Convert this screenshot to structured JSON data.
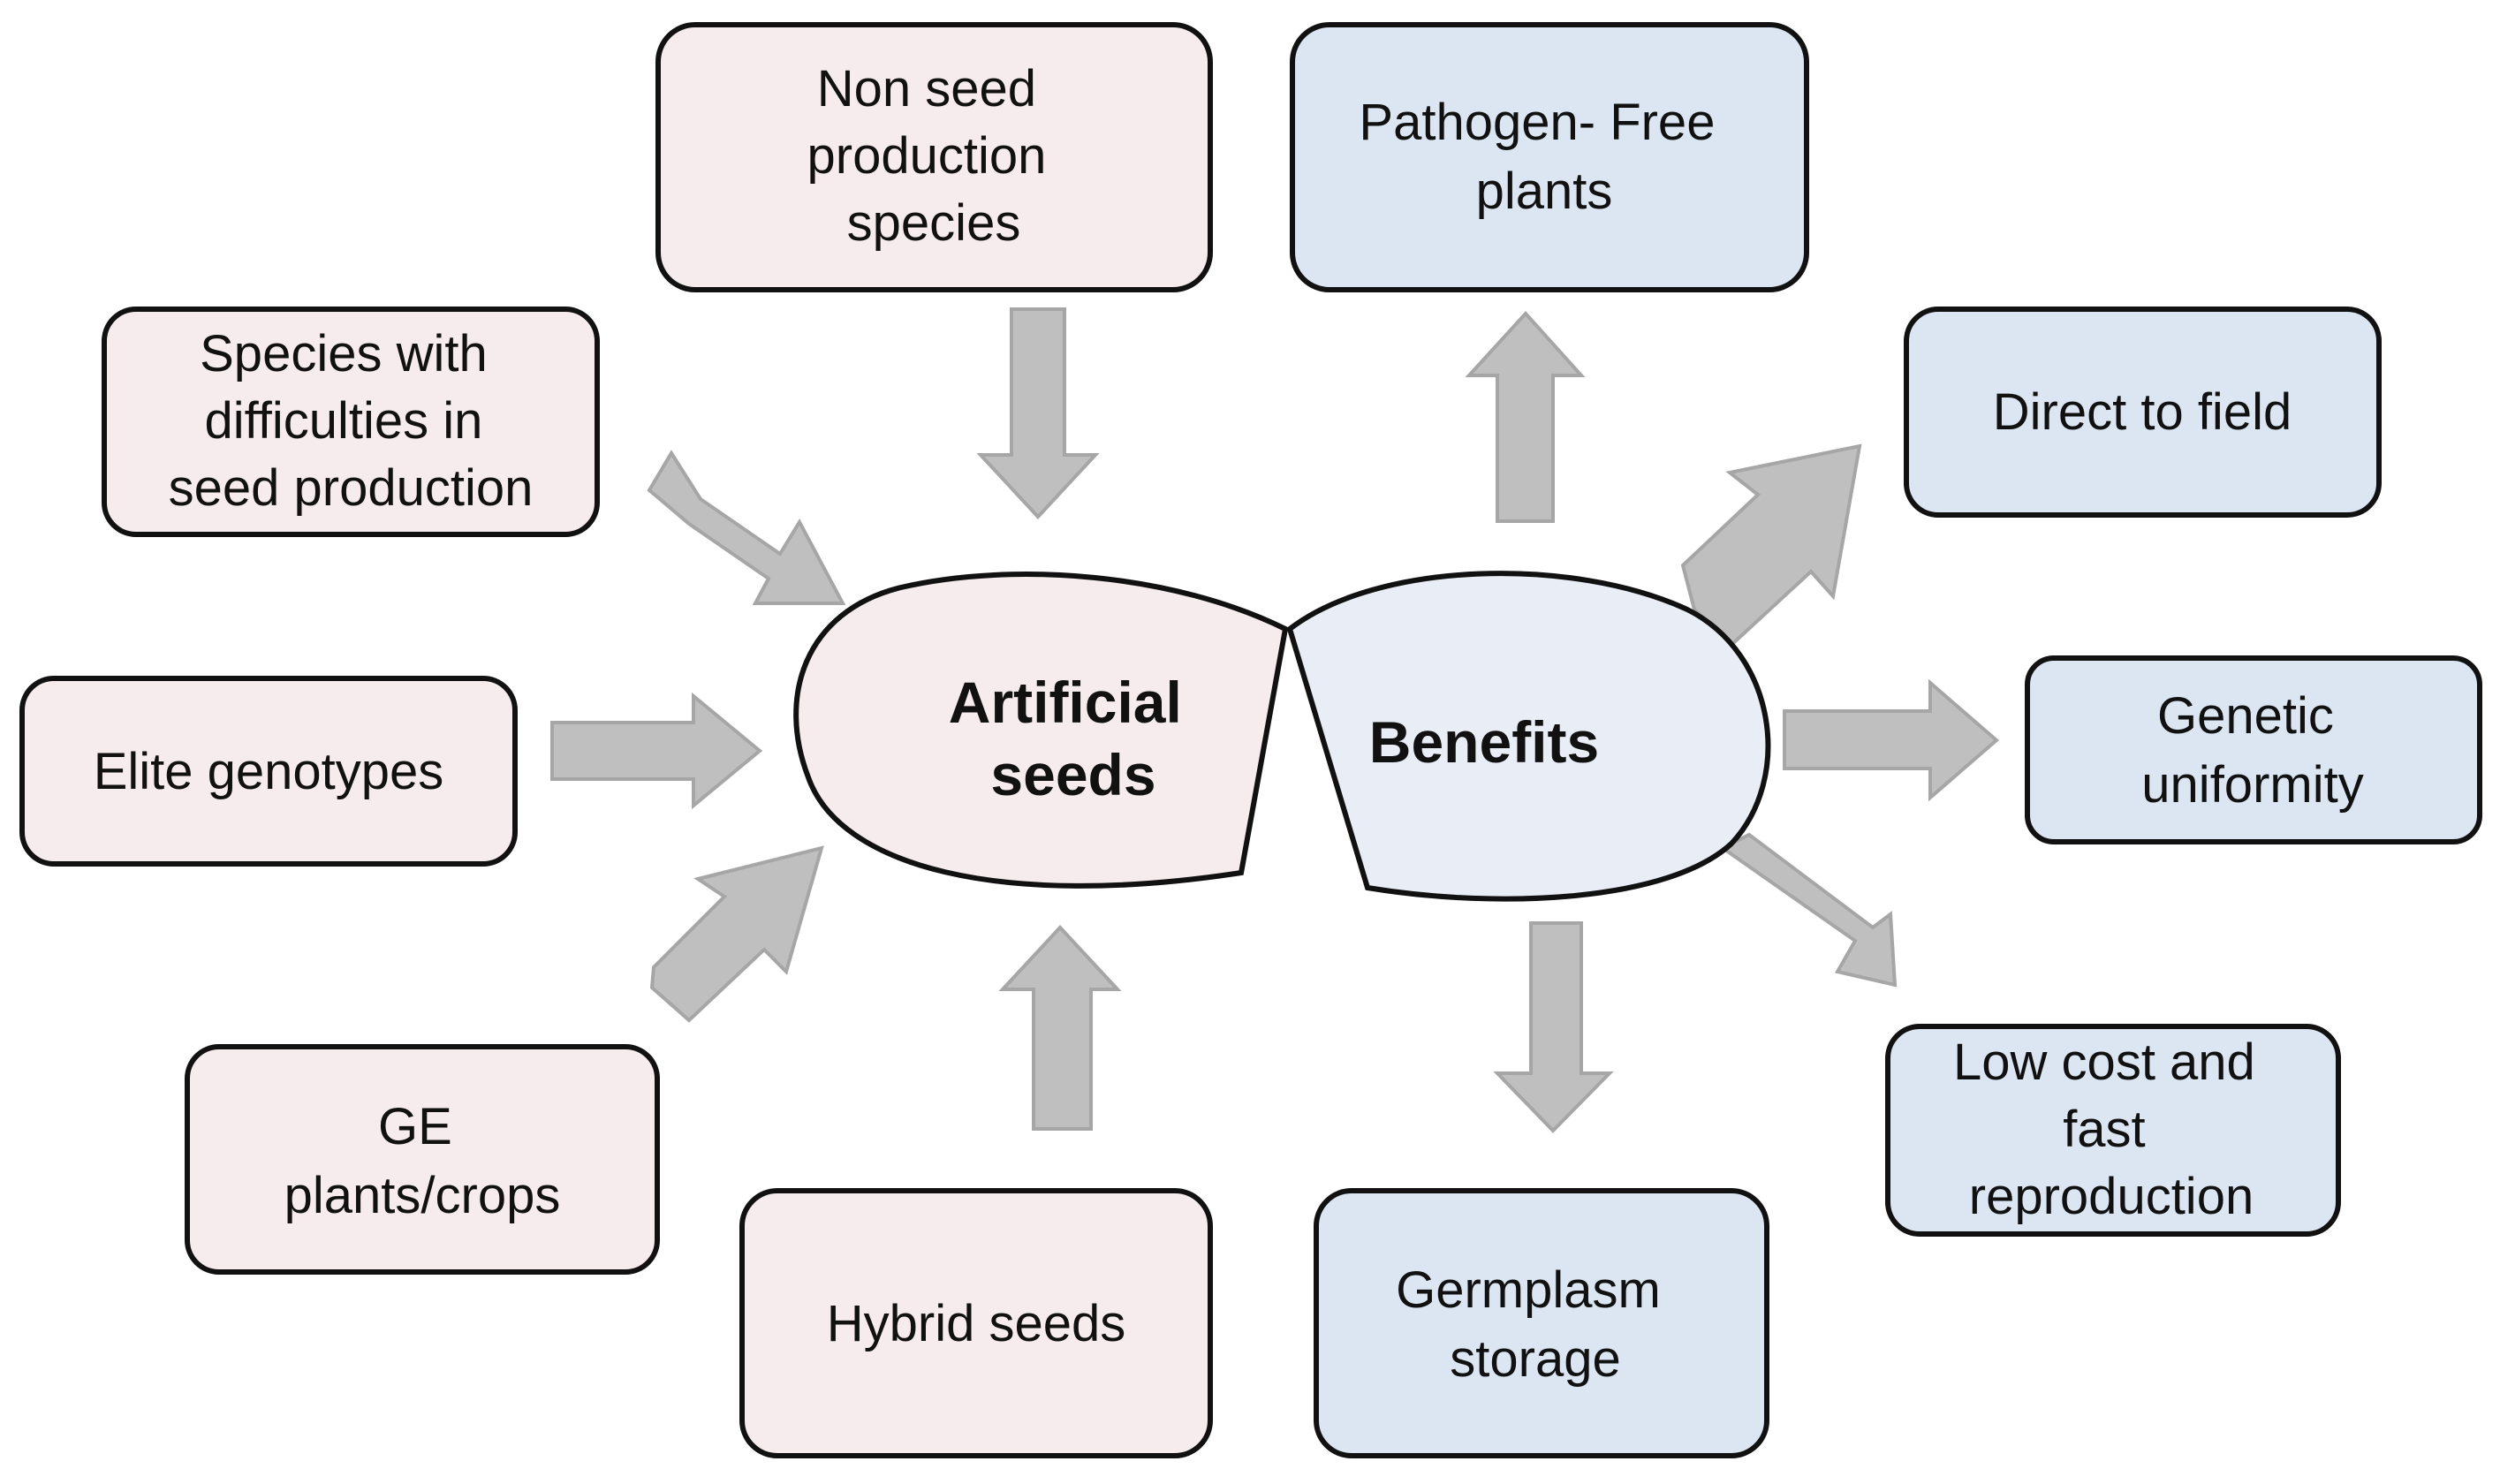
{
  "center": {
    "left_label": [
      "Artificial",
      "seeds"
    ],
    "right_label": "Benefits",
    "left_fill": "#f7eced",
    "right_fill": "#e9eef6"
  },
  "colors": {
    "source_box_fill": "#f7eced",
    "benefit_box_fill": "#dce6f2",
    "arrow_fill": "#bfbfbf",
    "stroke": "#111111"
  },
  "sources": [
    {
      "id": "non-seed-production-species",
      "lines": [
        "Non seed",
        "production",
        "species"
      ]
    },
    {
      "id": "species-with-difficulties",
      "lines": [
        "Species with",
        "difficulties in",
        "seed production"
      ]
    },
    {
      "id": "elite-genotypes",
      "lines": [
        "Elite genotypes"
      ]
    },
    {
      "id": "ge-plants-crops",
      "lines": [
        "GE",
        "plants/crops"
      ]
    },
    {
      "id": "hybrid-seeds",
      "lines": [
        "Hybrid  seeds"
      ]
    }
  ],
  "benefits": [
    {
      "id": "pathogen-free-plants",
      "lines": [
        "Pathogen- Free",
        "plants"
      ]
    },
    {
      "id": "direct-to-field",
      "lines": [
        "Direct to field"
      ]
    },
    {
      "id": "genetic-uniformity",
      "lines": [
        "Genetic",
        "uniformity"
      ]
    },
    {
      "id": "low-cost-fast-reproduction",
      "lines": [
        "Low cost and",
        "fast",
        "reproduction"
      ]
    },
    {
      "id": "germplasm-storage",
      "lines": [
        "Germplasm",
        "storage"
      ]
    }
  ]
}
